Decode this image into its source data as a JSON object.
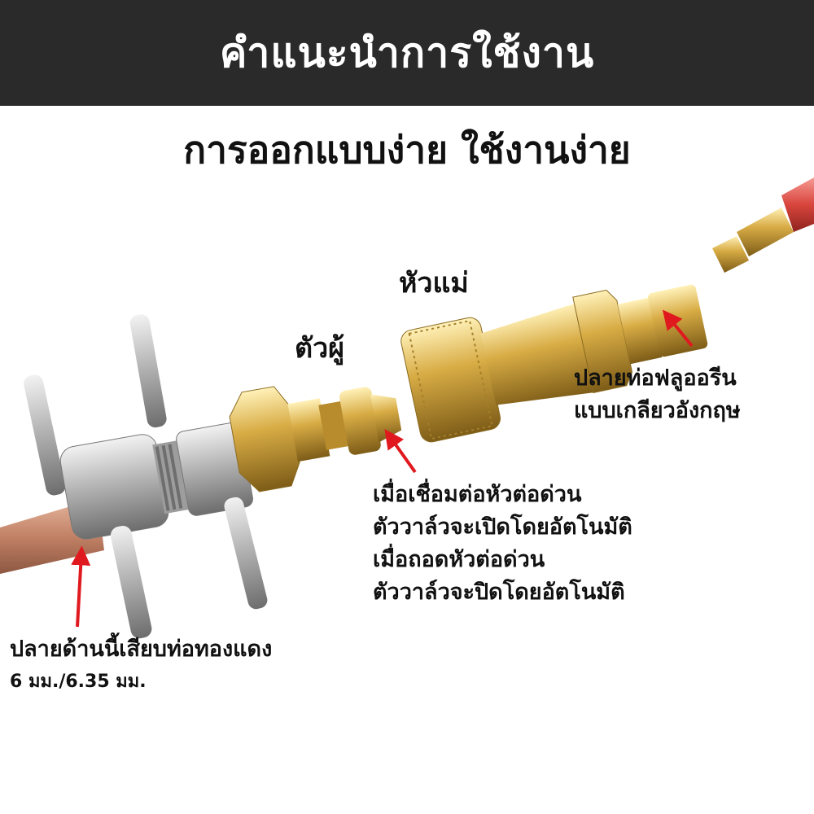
{
  "header": {
    "title": "คำแนะนำการใช้งาน",
    "bg_color": "#2a2a2a"
  },
  "subtitle": "การออกแบบง่าย ใช้งานง่าย",
  "labels": {
    "female_head": "หัวแม่",
    "male_head": "ตัวผู้",
    "flare_end": [
      "ปลายท่อฟลูออรีน",
      "แบบเกลียวอังกฤษ"
    ],
    "valve_info": [
      "เมื่อเชื่อมต่อหัวต่อด่วน",
      "ตัววาล์วจะเปิดโดยอัตโนมัติ",
      "เมื่อถอดหัวต่อด่วน",
      "ตัววาล์วจะปิดโดยอัตโนมัติ"
    ],
    "copper_end": [
      "ปลายด้านนี้เสียบท่อทองแดง",
      "6 มม./6.35 มม."
    ]
  },
  "colors": {
    "arrow": "#e0191f",
    "brass": "#d8b050",
    "steel": "#b8b8b8",
    "copper": "#c98a6e",
    "hose": "#d8453c"
  }
}
